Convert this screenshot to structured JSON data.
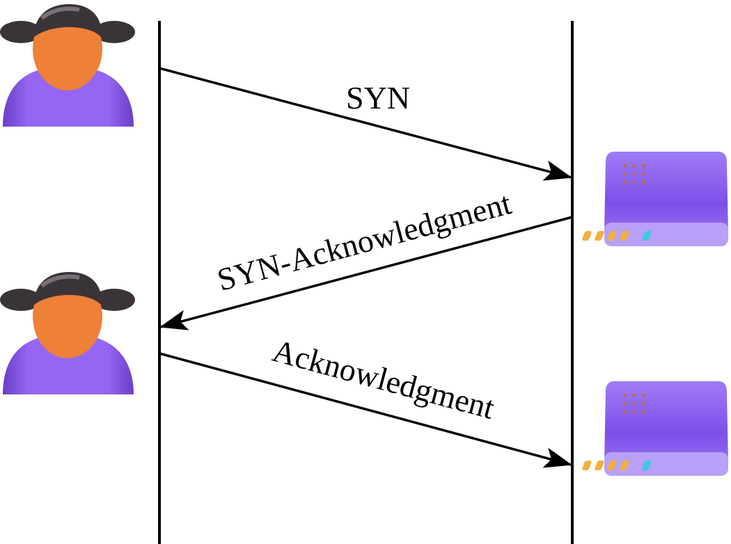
{
  "diagram": {
    "type": "sequence",
    "participants": [
      {
        "id": "client",
        "icon": "person-icon"
      },
      {
        "id": "server",
        "icon": "router-device-icon"
      }
    ],
    "messages": [
      {
        "id": "syn",
        "label": "SYN",
        "from": "client",
        "to": "server"
      },
      {
        "id": "synack",
        "label": "SYN-Acknowledgment",
        "from": "server",
        "to": "client"
      },
      {
        "id": "ack",
        "label": "Acknowledgment",
        "from": "client",
        "to": "server"
      }
    ]
  },
  "colors": {
    "person_body": "#8b5cf0",
    "person_face": "#ee8038",
    "person_hair": "#3a3438",
    "device_body": "#8a5ff0",
    "device_led": "#f0b040",
    "line": "#000000"
  }
}
